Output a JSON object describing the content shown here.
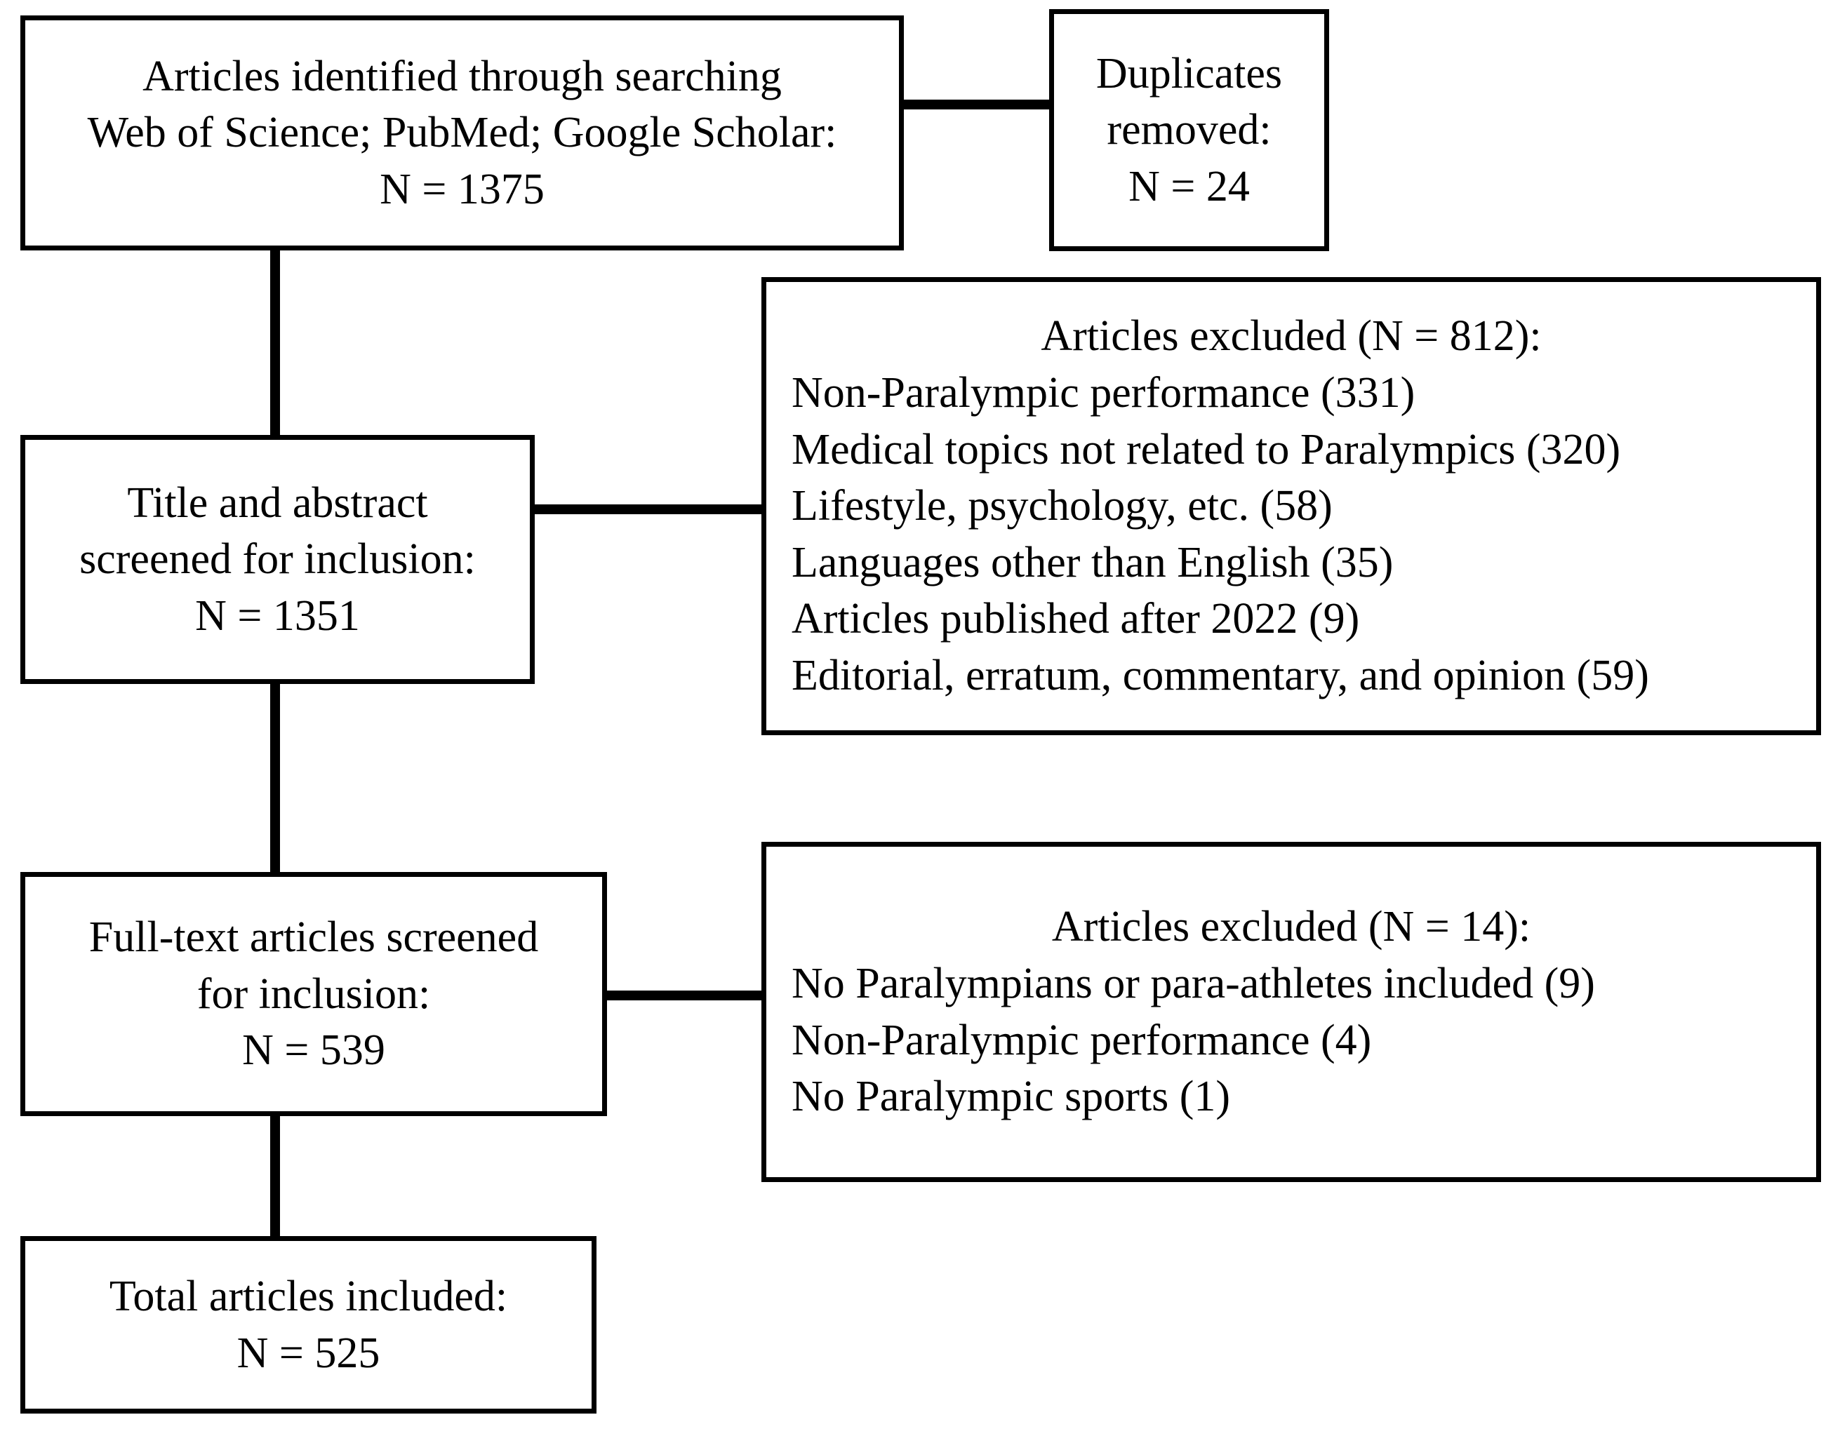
{
  "diagram": {
    "type": "prisma-flow-diagram",
    "boxes": {
      "identified": {
        "lines": [
          "Articles identified through searching",
          "Web of Science; PubMed; Google Scholar:",
          "N = 1375"
        ],
        "count": 1375
      },
      "duplicates_removed": {
        "lines": [
          "Duplicates",
          "removed:",
          "N = 24"
        ],
        "count": 24
      },
      "title_abstract_screened": {
        "lines": [
          "Title and abstract",
          "screened for inclusion:",
          "N = 1351"
        ],
        "count": 1351
      },
      "excluded_screening": {
        "heading": "Articles excluded (N = 812):",
        "count": 812,
        "reasons": [
          "Non-Paralympic performance (331)",
          "Medical topics not related to Paralympics (320)",
          "Lifestyle, psychology, etc. (58)",
          "Languages other than English (35)",
          "Articles published after 2022 (9)",
          "Editorial, erratum, commentary, and opinion (59)"
        ]
      },
      "fulltext_screened": {
        "lines": [
          "Full-text articles screened",
          "for inclusion:",
          "N = 539"
        ],
        "count": 539
      },
      "excluded_fulltext": {
        "heading": "Articles excluded (N = 14):",
        "count": 14,
        "reasons": [
          "No Paralympians or para-athletes included (9)",
          "Non-Paralympic performance (4)",
          "No Paralympic sports (1)"
        ]
      },
      "total_included": {
        "lines": [
          "Total articles included:",
          "N = 525"
        ],
        "count": 525
      }
    },
    "colors": {
      "border": "#000000",
      "background": "#ffffff",
      "text": "#000000",
      "connector": "#000000"
    }
  }
}
